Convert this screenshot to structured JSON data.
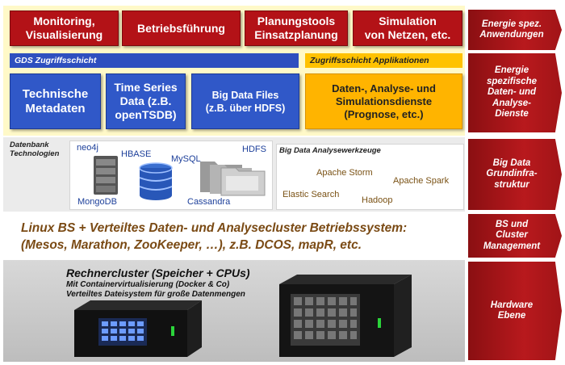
{
  "top_boxes": {
    "monitoring": "Monitoring,\nVisualisierung",
    "betrieb": "Betriebsführung",
    "planung": "Planungstools\nEinsatzplanung",
    "simulation": "Simulation\nvon Netzen, etc."
  },
  "layers": {
    "apps": "Energie spez.\nAnwendungen",
    "services": "Energie\nspezifische\nDaten- und\nAnalyse-\nDienste",
    "bigdata": "Big Data\nGrundinfra-\nstruktur",
    "os": "BS und\nCluster\nManagement",
    "hardware": "Hardware\nEbene"
  },
  "gds": {
    "title": "GDS Zugriffsschicht",
    "boxes": {
      "metadata": "Technische\nMetadaten",
      "timeseries": "Time Series\nData (z.B.\nopenTSDB)",
      "bigfiles": "Big Data Files\n(z.B. über HDFS)"
    }
  },
  "app_access": {
    "title": "Zugriffsschicht Applikationen",
    "box": "Daten-, Analyse- und\nSimulationsdienste\n(Prognose, etc.)"
  },
  "db": {
    "title": "Datenbank\nTechnologien",
    "items": {
      "neo4j": "neo4j",
      "hbase": "HBASE",
      "mysql": "MySQL",
      "hdfs": "HDFS",
      "mongodb": "MongoDB",
      "cassandra": "Cassandra"
    }
  },
  "analysis": {
    "title": "Big Data Analysewerkzeuge",
    "items": {
      "storm": "Apache Storm",
      "spark": "Apache Spark",
      "elastic": "Elastic Search",
      "hadoop": "Hadoop"
    }
  },
  "os_text": "Linux BS + Verteiltes Daten- und Analysecluster Betriebssystem:\n(Mesos, Marathon, ZooKeeper, …), z.B. DCOS, mapR, etc.",
  "hardware": {
    "title": "Rechnercluster (Speicher + CPUs)",
    "line1": "Mit Containervirtualisierung (Docker & Co)",
    "line2": "Verteiltes Dateisystem für große Datenmengen"
  },
  "colors": {
    "red": "#b31217",
    "blue": "#3058c8",
    "orange": "#ffb400",
    "apps_band": "#fff9c8"
  }
}
